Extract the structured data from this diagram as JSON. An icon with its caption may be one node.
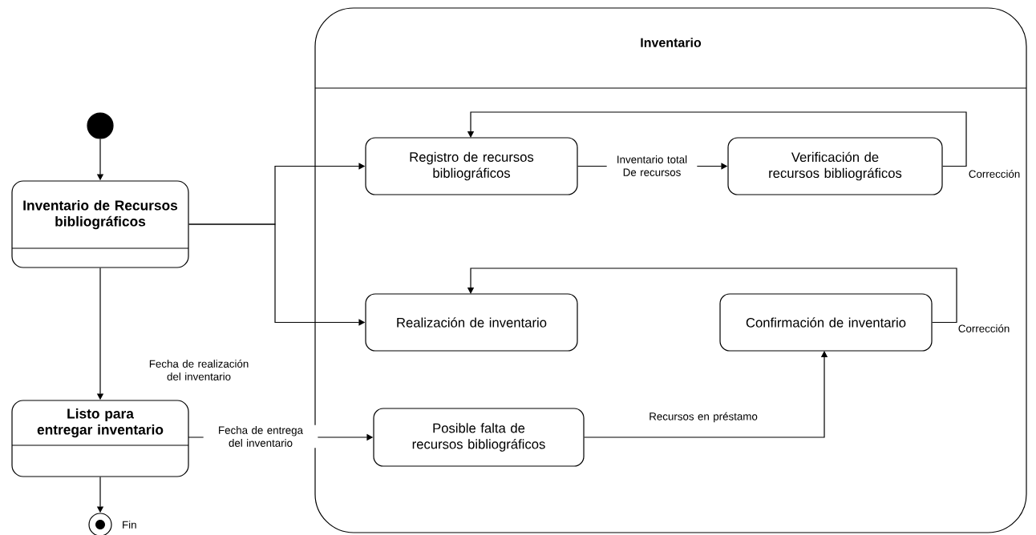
{
  "diagram": {
    "nodes": [
      {
        "text": [],
        "shape": "dot"
      },
      {
        "text": [
          "Inventario de Recursos bibliográficos"
        ]
      },
      {
        "text": [
          "Listo para entregar inventario"
        ]
      },
      {
        "text": [],
        "shape": "circle",
        "beside": [
          "Fin"
        ]
      },
      {
        "text": [
          "Inventario"
        ]
      },
      {
        "text": [
          "Registro de recursos bibliográficos"
        ],
        "in": 4
      },
      {
        "text": [
          "Verificación de recursos bibliográficos"
        ],
        "in": 4
      },
      {
        "text": [
          "Realización de inventario"
        ],
        "in": 4
      },
      {
        "text": [
          "Confirmación de inventario"
        ],
        "in": 4
      },
      {
        "text": [
          "Posible falta de recursos bibliográficos"
        ],
        "in": 4
      }
    ],
    "edges": [
      {
        "from": 0,
        "to": 1,
        "arrow": "to"
      },
      {
        "from": 1,
        "to": 5,
        "arrow": "to"
      },
      {
        "from": 1,
        "to": 7,
        "arrow": "to"
      },
      {
        "from": 1,
        "to": 2,
        "arrow": "to",
        "label": "Fecha de realización del inventario"
      },
      {
        "from": 2,
        "to": 3,
        "arrow": "to"
      },
      {
        "from": 2,
        "to": 9,
        "arrow": "to",
        "label": "Fecha de entrega del inventario"
      },
      {
        "from": 5,
        "to": 6,
        "arrow": "to",
        "label": "Inventario total De recursos"
      },
      {
        "from": 6,
        "to": 5,
        "arrow": "to",
        "label": "Corrección"
      },
      {
        "from": 8,
        "to": 7,
        "arrow": "to",
        "label": "Corrección"
      },
      {
        "from": 9,
        "to": 8,
        "arrow": "to",
        "label": "Recursos en préstamo"
      }
    ]
  }
}
